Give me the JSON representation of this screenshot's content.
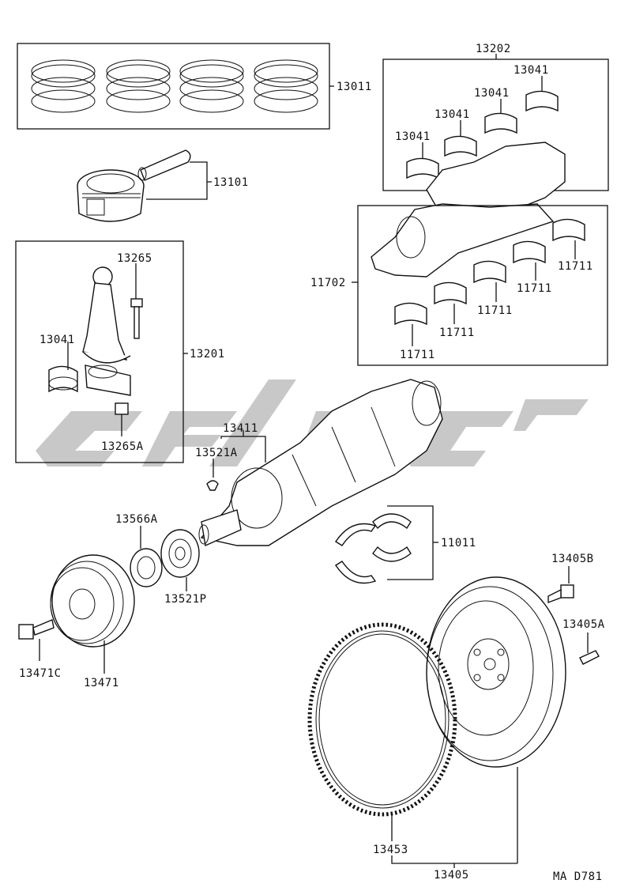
{
  "labels": {
    "rings": "13011",
    "piston": "13101",
    "rod_bolt": "13265",
    "rod_bearing": "13041",
    "rod_assy": "13201",
    "rod_nut": "13265A",
    "main_bearing_upper_set": "13202",
    "main_bearing_upper_1": "13041",
    "main_bearing_upper_2": "13041",
    "main_bearing_upper_3": "13041",
    "main_bearing_upper_4": "13041",
    "crank_bearing_set": "11702",
    "lower_bearing_1": "11711",
    "lower_bearing_2": "11711",
    "lower_bearing_3": "11711",
    "lower_bearing_4": "11711",
    "lower_bearing_5": "11711",
    "crankshaft": "13411",
    "key_a": "13521A",
    "washer": "13566A",
    "timing_gear": "13521P",
    "thrust_washers": "11011",
    "pulley_bolt": "13471C",
    "pulley": "13471",
    "flywheel_bolt": "13405B",
    "flywheel_pin": "13405A",
    "ring_gear": "13453",
    "flywheel": "13405",
    "drawing_code": "MA  D781"
  },
  "watermark": {
    "color": "#9a9a9a"
  }
}
